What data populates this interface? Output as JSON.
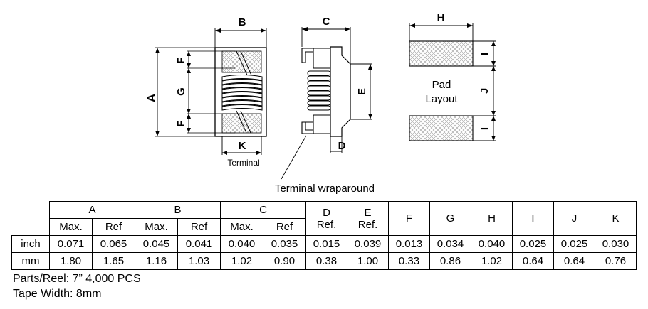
{
  "drawing": {
    "letters": {
      "A": "A",
      "B": "B",
      "C": "C",
      "D": "D",
      "E": "E",
      "F": "F",
      "G": "G",
      "H": "H",
      "I": "I",
      "J": "J",
      "K": "K"
    },
    "terminal_label": "Terminal",
    "wraparound_label": "Terminal wraparound",
    "pad_label_line1": "Pad",
    "pad_label_line2": "Layout"
  },
  "table": {
    "header_groups": [
      {
        "label": "A",
        "sub": [
          "Max.",
          "Ref"
        ]
      },
      {
        "label": "B",
        "sub": [
          "Max.",
          "Ref"
        ]
      },
      {
        "label": "C",
        "sub": [
          "Max.",
          "Ref"
        ]
      }
    ],
    "single_headers": [
      {
        "line1": "D",
        "line2": "Ref."
      },
      {
        "line1": "E",
        "line2": "Ref."
      },
      {
        "line1": "F",
        "line2": ""
      },
      {
        "line1": "G",
        "line2": ""
      },
      {
        "line1": "H",
        "line2": ""
      },
      {
        "line1": "I",
        "line2": ""
      },
      {
        "line1": "J",
        "line2": ""
      },
      {
        "line1": "K",
        "line2": ""
      }
    ],
    "rows": [
      {
        "unit": "inch",
        "values": [
          "0.071",
          "0.065",
          "0.045",
          "0.041",
          "0.040",
          "0.035",
          "0.015",
          "0.039",
          "0.013",
          "0.034",
          "0.040",
          "0.025",
          "0.025",
          "0.030"
        ]
      },
      {
        "unit": "mm",
        "values": [
          "1.80",
          "1.65",
          "1.16",
          "1.03",
          "1.02",
          "0.90",
          "0.38",
          "1.00",
          "0.33",
          "0.86",
          "1.02",
          "0.64",
          "0.64",
          "0.76"
        ]
      }
    ]
  },
  "notes": {
    "parts_reel": "Parts/Reel: 7” 4,000 PCS",
    "tape_width": "Tape Width: 8mm"
  }
}
